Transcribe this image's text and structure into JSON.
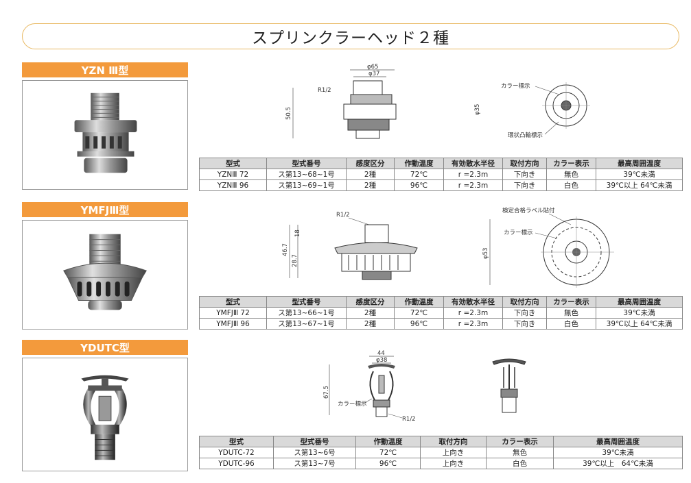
{
  "page_title": "スプリンクラーヘッド２種",
  "colors": {
    "label_bg": "#f39a3c",
    "title_border": "#e8b860",
    "header_bg": "#d9d9d9"
  },
  "sections": [
    {
      "label": "YZN Ⅲ型",
      "drawing": {
        "d_outer": "φ65",
        "d_inner": "φ37",
        "thread": "R1/2",
        "height": "50.5",
        "plan_dia": "φ35",
        "color_mark": "カラー標示",
        "ring_mark": "環状凸輪標示"
      },
      "table": {
        "headers": [
          "型式",
          "型式番号",
          "感度区分",
          "作動温度",
          "有効散水半径",
          "取付方向",
          "カラー表示",
          "最高周囲温度"
        ],
        "rows": [
          [
            "YZNⅢ 72",
            "ス第13~68~1号",
            "2種",
            "72℃",
            "r =2.3m",
            "下向き",
            "無色",
            "39℃未満"
          ],
          [
            "YZNⅢ 96",
            "ス第13~69~1号",
            "2種",
            "96℃",
            "r =2.3m",
            "下向き",
            "白色",
            "39℃以上 64℃未満"
          ]
        ]
      }
    },
    {
      "label": "YMFJⅢ型",
      "drawing": {
        "thread": "R1/2",
        "h_total": "46.7",
        "h_top": "18",
        "h_body": "28.7",
        "plan_dia": "φ53",
        "label_mark": "検定合格ラベル貼付",
        "color_mark": "カラー標示"
      },
      "table": {
        "headers": [
          "型式",
          "型式番号",
          "感度区分",
          "作動温度",
          "有効散水半径",
          "取付方向",
          "カラー表示",
          "最高周囲温度"
        ],
        "rows": [
          [
            "YMFJⅢ 72",
            "ス第13~66~1号",
            "2種",
            "72℃",
            "r =2.3m",
            "下向き",
            "無色",
            "39℃未満"
          ],
          [
            "YMFJⅢ 96",
            "ス第13~67~1号",
            "2種",
            "96℃",
            "r =2.3m",
            "下向き",
            "白色",
            "39℃以上 64℃未満"
          ]
        ]
      }
    },
    {
      "label": "YDUTC型",
      "drawing": {
        "width": "44",
        "dia": "φ38",
        "height": "67.5",
        "color_mark": "カラー標示",
        "thread": "R1/2"
      },
      "table": {
        "headers": [
          "型式",
          "型式番号",
          "作動温度",
          "取付方向",
          "カラー表示",
          "最高周囲温度"
        ],
        "rows": [
          [
            "YDUTC-72",
            "ス第13~6号",
            "72℃",
            "上向き",
            "無色",
            "39℃未満"
          ],
          [
            "YDUTC-96",
            "ス第13~7号",
            "96℃",
            "上向き",
            "白色",
            "39℃以上　64℃未満"
          ]
        ]
      }
    }
  ]
}
